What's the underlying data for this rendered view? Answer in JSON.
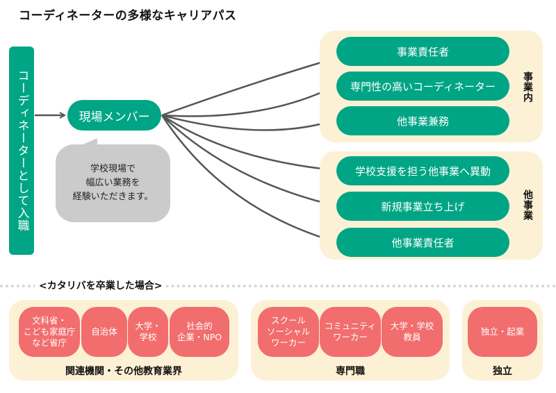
{
  "title": "コーディネーターの多様なキャリアパス",
  "entry": {
    "label": "コーディネーターとして入職"
  },
  "start": {
    "label": "現場メンバー"
  },
  "bubble": {
    "lines": [
      "学校現場で",
      "幅広い業務を",
      "経験いただきます。"
    ]
  },
  "internal": {
    "side_label": "事業内",
    "items": [
      "事業責任者",
      "専門性の高いコーディネーター",
      "他事業兼務"
    ]
  },
  "other": {
    "side_label": "他事業",
    "items": [
      "学校支援を担う他事業へ異動",
      "新規事業立ち上げ",
      "他事業責任者"
    ]
  },
  "graduation": {
    "label": "<カタリバを卒業した場合>",
    "groups": [
      {
        "label": "関連機関・その他教育業界",
        "items": [
          {
            "lines": [
              "文科省・",
              "こども家庭庁",
              "など省庁"
            ]
          },
          {
            "lines": [
              "自治体"
            ]
          },
          {
            "lines": [
              "大学・",
              "学校"
            ]
          },
          {
            "lines": [
              "社会的",
              "企業・NPO"
            ]
          }
        ]
      },
      {
        "label": "専門職",
        "items": [
          {
            "lines": [
              "スクール",
              "ソーシャル",
              "ワーカー"
            ]
          },
          {
            "lines": [
              "コミュニティ",
              "ワーカー"
            ]
          },
          {
            "lines": [
              "大学・学校",
              "教員"
            ]
          }
        ]
      },
      {
        "label": "独立",
        "items": [
          {
            "lines": [
              "独立・起業"
            ]
          }
        ]
      }
    ]
  },
  "colors": {
    "primary_green": "#00a585",
    "panel_cream": "#fdf1d5",
    "career_red": "#f26d6d",
    "bubble_gray": "#cbcbcb",
    "arrow": "#555555"
  }
}
